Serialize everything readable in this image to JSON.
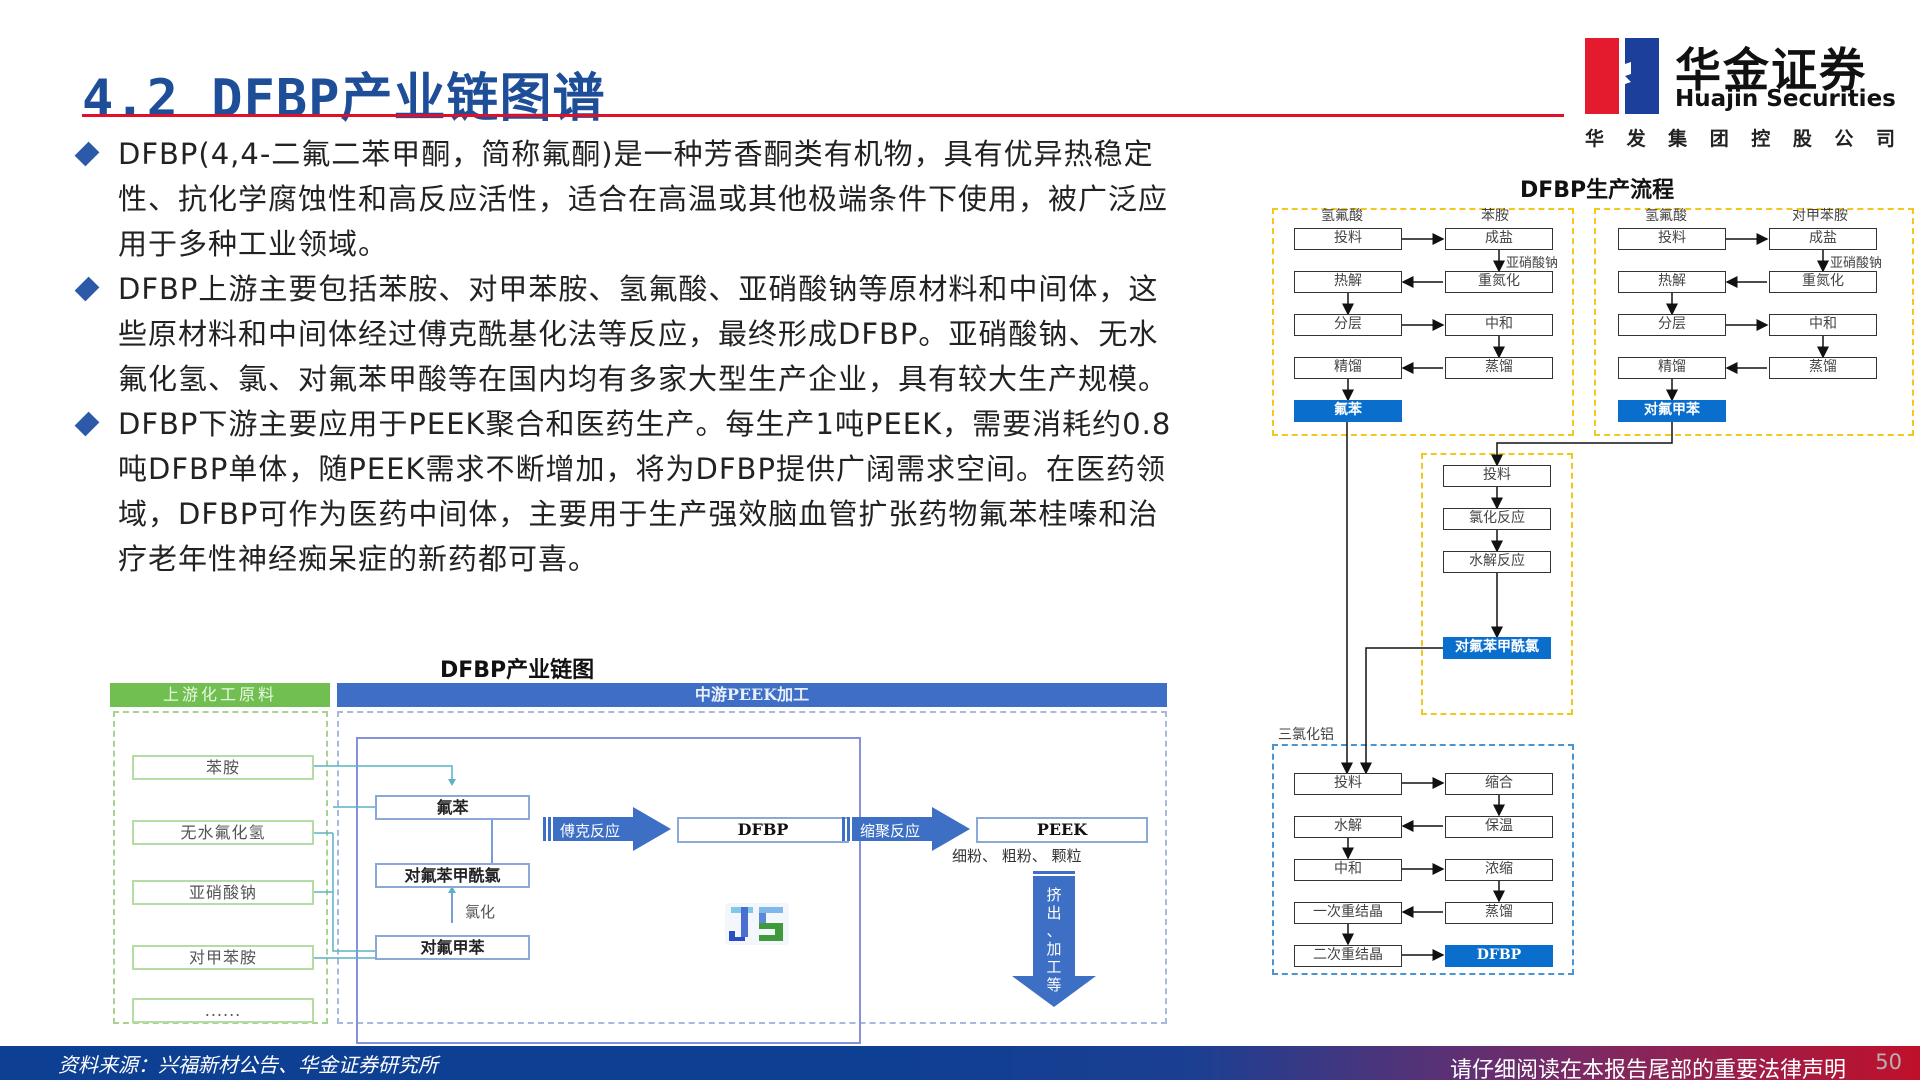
{
  "header": {
    "title": "4.2 DFBP产业链图谱"
  },
  "logo": {
    "name_cn": "华金证券",
    "name_en": "Huajin Securities",
    "subtitle_chars": [
      "华",
      "发",
      "集",
      "团",
      "控",
      "股",
      "公",
      "司"
    ],
    "colors": {
      "red": "#e41b2f",
      "blue": "#1c3f9c"
    }
  },
  "bullets": [
    {
      "text": "DFBP(4,4-二氟二苯甲酮，简称氟酮)是一种芳香酮类有机物，具有优异热稳定性、抗化学腐蚀性和高反应活性，适合在高温或其他极端条件下使用，被广泛应用于多种工业领域。"
    },
    {
      "text": "DFBP上游主要包括苯胺、对甲苯胺、氢氟酸、亚硝酸钠等原材料和中间体，这些原材料和中间体经过傅克酰基化法等反应，最终形成DFBP。亚硝酸钠、无水氟化氢、氯、对氟苯甲酸等在国内均有多家大型生产企业，具有较大生产规模。"
    },
    {
      "text": "DFBP下游主要应用于PEEK聚合和医药生产。每生产1吨PEEK，需要消耗约0.8吨DFBP单体，随PEEK需求不断增加，将为DFBP提供广阔需求空间。在医药领域，DFBP可作为医药中间体，主要用于生产强效脑血管扩张药物氟苯桂嗪和治疗老年性神经痴呆症的新药都可喜。"
    }
  ],
  "chain": {
    "title": "DFBP产业链图",
    "upstream_header": "上游化工原料",
    "midstream_header": "中游PEEK加工",
    "raw_materials": [
      "苯胺",
      "无水氟化氢",
      "亚硝酸钠",
      "对甲苯胺",
      "......"
    ],
    "intermediates": [
      "氟苯",
      "对氟苯甲酰氯",
      "对氟甲苯"
    ],
    "chlorination_label": "氯化",
    "reaction1": "傅克反应",
    "product1": "DFBP",
    "reaction2": "缩聚反应",
    "product2": "PEEK",
    "product2_forms": "细粉、 粗粉、 颗粒",
    "downstream_arrow_chars": [
      "挤",
      "出",
      "、",
      "加",
      "工",
      "等"
    ],
    "colors": {
      "green": "#70bf50",
      "blue": "#3f6ec6",
      "arrow": "#3d6fc4",
      "line": "#5ab2c4"
    }
  },
  "flow": {
    "title": "DFBP生产流程",
    "block_a": {
      "inputs": [
        "氢氟酸",
        "苯胺"
      ],
      "side_input": "亚硝酸钠",
      "left": [
        "投料",
        "热解",
        "分层",
        "精馏"
      ],
      "right": [
        "成盐",
        "重氮化",
        "中和",
        "蒸馏"
      ],
      "output": "氟苯"
    },
    "block_b": {
      "inputs": [
        "氢氟酸",
        "对甲苯胺"
      ],
      "side_input": "亚硝酸钠",
      "left": [
        "投料",
        "热解",
        "分层",
        "精馏"
      ],
      "right": [
        "成盐",
        "重氮化",
        "中和",
        "蒸馏"
      ],
      "output": "对氟甲苯"
    },
    "block_c": {
      "steps": [
        "投料",
        "氯化反应",
        "水解反应"
      ],
      "output": "对氟苯甲酰氯"
    },
    "block_d": {
      "input_label": "三氯化铝",
      "left": [
        "投料",
        "水解",
        "中和",
        "一次重结晶",
        "二次重结晶"
      ],
      "right": [
        "缩合",
        "保温",
        "浓缩",
        "蒸馏"
      ],
      "output": "DFBP"
    },
    "colors": {
      "highlight": "#0a6ecc",
      "yellow_dash": "#f2c81c",
      "blue_dash": "#4a94d2"
    }
  },
  "footer": {
    "source": "资料来源：兴福新材公告、华金证券研究所",
    "legal": "请仔细阅读在本报告尾部的重要法律声明",
    "page": "50"
  }
}
